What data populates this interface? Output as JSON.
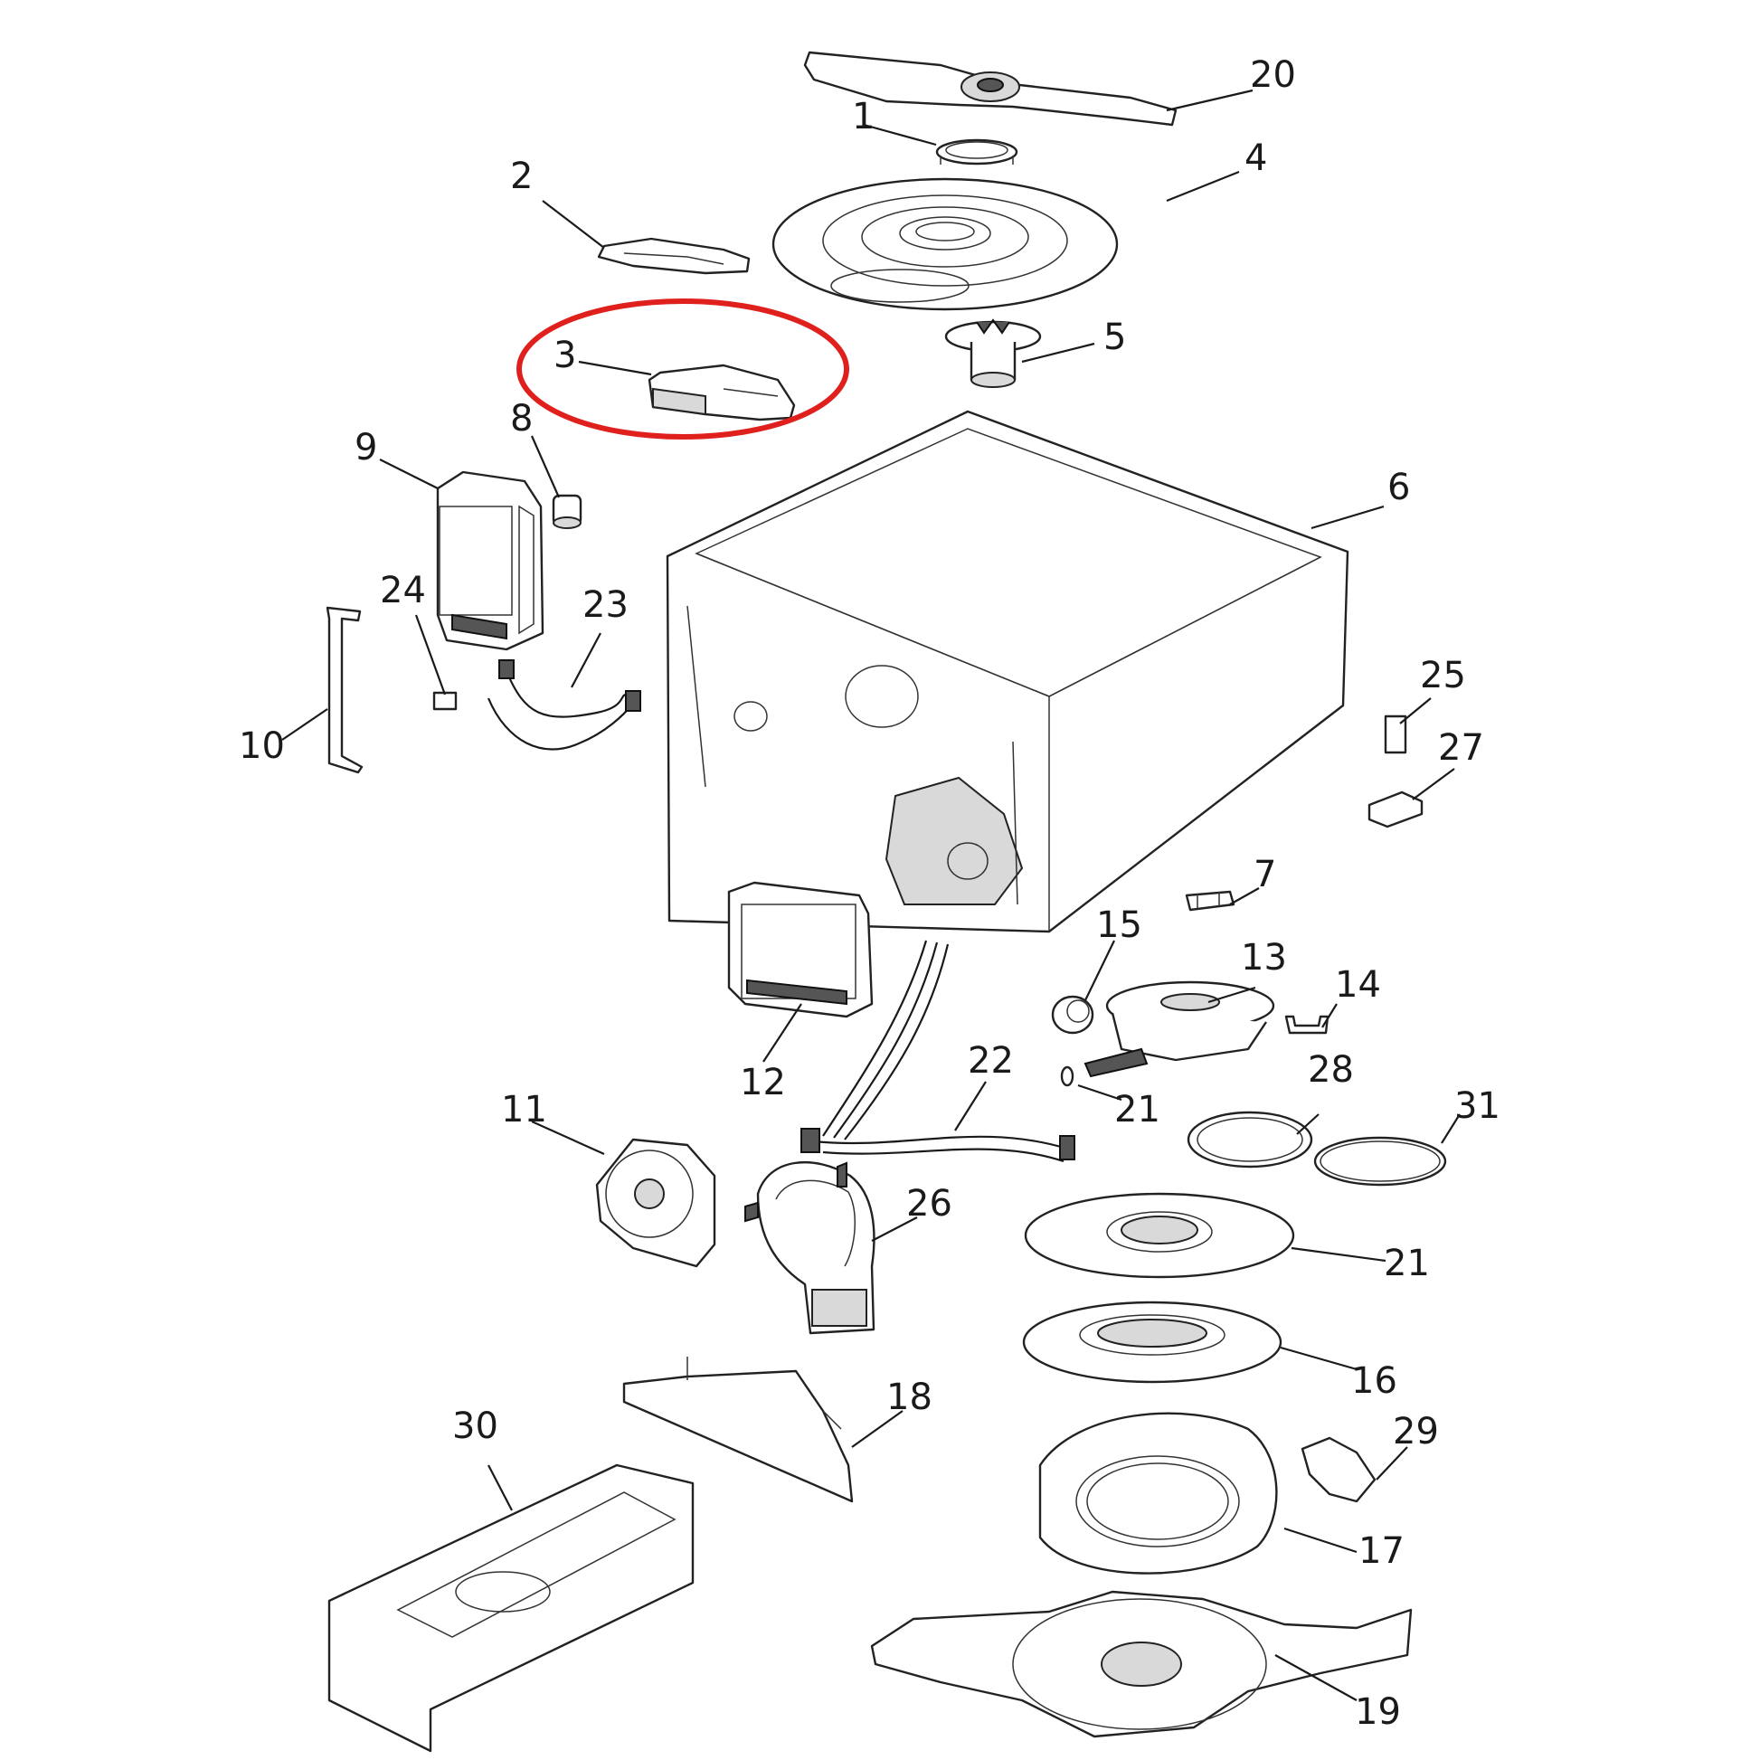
{
  "callouts": [
    "1",
    "2",
    "3",
    "4",
    "5",
    "6",
    "7",
    "8",
    "9",
    "10",
    "11",
    "12",
    "13",
    "14",
    "15",
    "16",
    "17",
    "18",
    "19",
    "20",
    "21",
    "22",
    "23",
    "24",
    "25",
    "26",
    "27",
    "28",
    "29",
    "30",
    "31"
  ],
  "callout_21_repeat": "21",
  "highlight": {
    "color": "#e0201c"
  }
}
